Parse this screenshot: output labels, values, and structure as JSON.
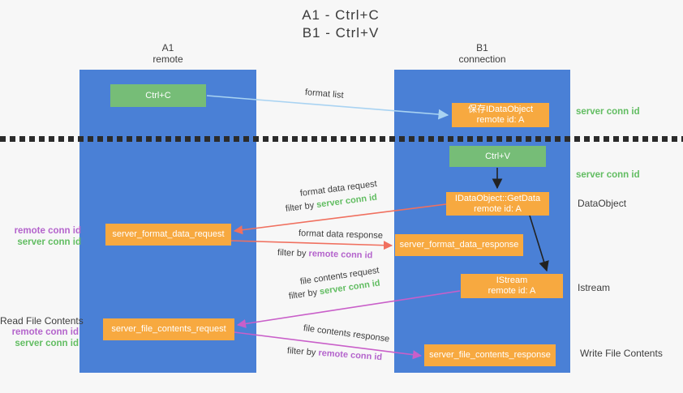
{
  "title": {
    "line1": "A1 - Ctrl+C",
    "line2": "B1 - Ctrl+V"
  },
  "lanes": {
    "a1": {
      "name": "A1",
      "role": "remote"
    },
    "b1": {
      "name": "B1",
      "role": "connection"
    }
  },
  "nodes": {
    "ctrl_c": {
      "label": "Ctrl+C"
    },
    "ctrl_v": {
      "label": "Ctrl+V"
    },
    "save_idataobject": {
      "line1": "保存IDataObject",
      "line2": "remote id: A"
    },
    "idataobject_getdata": {
      "line1": "IDataObject::GetData",
      "line2": "remote id: A"
    },
    "istream": {
      "line1": "IStream",
      "line2": "remote id: A"
    },
    "server_format_data_request": {
      "label": "server_format_data_request"
    },
    "server_format_data_response": {
      "label": "server_format_data_response"
    },
    "server_file_contents_request": {
      "label": "server_file_contents_request"
    },
    "server_file_contents_response": {
      "label": "server_file_contents_response"
    }
  },
  "annotations": {
    "format_list": "format list",
    "format_data_request": {
      "line1": "format data request",
      "filter_prefix": "filter by ",
      "filter_key": "server conn id"
    },
    "format_data_response": {
      "line1": "format data response",
      "filter_prefix": "filter by ",
      "filter_key": "remote conn id"
    },
    "file_contents_request": {
      "line1": "file contents request",
      "filter_prefix": "filter by ",
      "filter_key": "server conn id"
    },
    "file_contents_response": {
      "line1": "file contents response",
      "filter_prefix": "filter by ",
      "filter_key": "remote conn id"
    }
  },
  "side_labels": {
    "server_conn_id_top": "server conn id",
    "server_conn_id_mid": "server conn id",
    "dataobject": "DataObject",
    "istream": "Istream",
    "write_file_contents": "Write File Contents",
    "read_file_contents": "Read File Contents",
    "left_pair_top": {
      "remote": "remote conn id",
      "server": "server conn id"
    },
    "left_pair_bottom": {
      "remote": "remote conn id",
      "server": "server conn id"
    }
  },
  "colors": {
    "lane_blue": "#4a80d6",
    "box_green": "#76bd77",
    "box_orange": "#f7a940",
    "conn_id_green": "#62bd62",
    "conn_id_purple": "#b464cc",
    "arrow_light_blue": "#a9d3f2",
    "arrow_red": "#f0705f",
    "arrow_magenta": "#c95fc9",
    "arrow_black": "#222222",
    "divider_black": "#2b2b2b"
  }
}
